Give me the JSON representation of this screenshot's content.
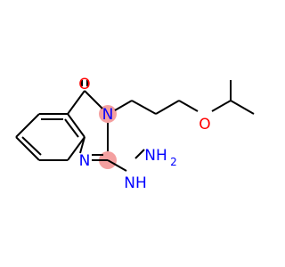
{
  "molecule": {
    "atoms": {
      "oxygen_carbonyl": "O",
      "nitrogen_ring_3": "N",
      "nitrogen_ring_1": "N",
      "oxygen_ether": "O",
      "hydrazine_nh": "NH",
      "hydrazine_nh2": "NH",
      "hydrazine_nh2_subscript": "2"
    },
    "colors": {
      "oxygen": "#ff0000",
      "nitrogen": "#0000ff",
      "bond": "#000000",
      "highlight": "#f4a0a0"
    }
  }
}
